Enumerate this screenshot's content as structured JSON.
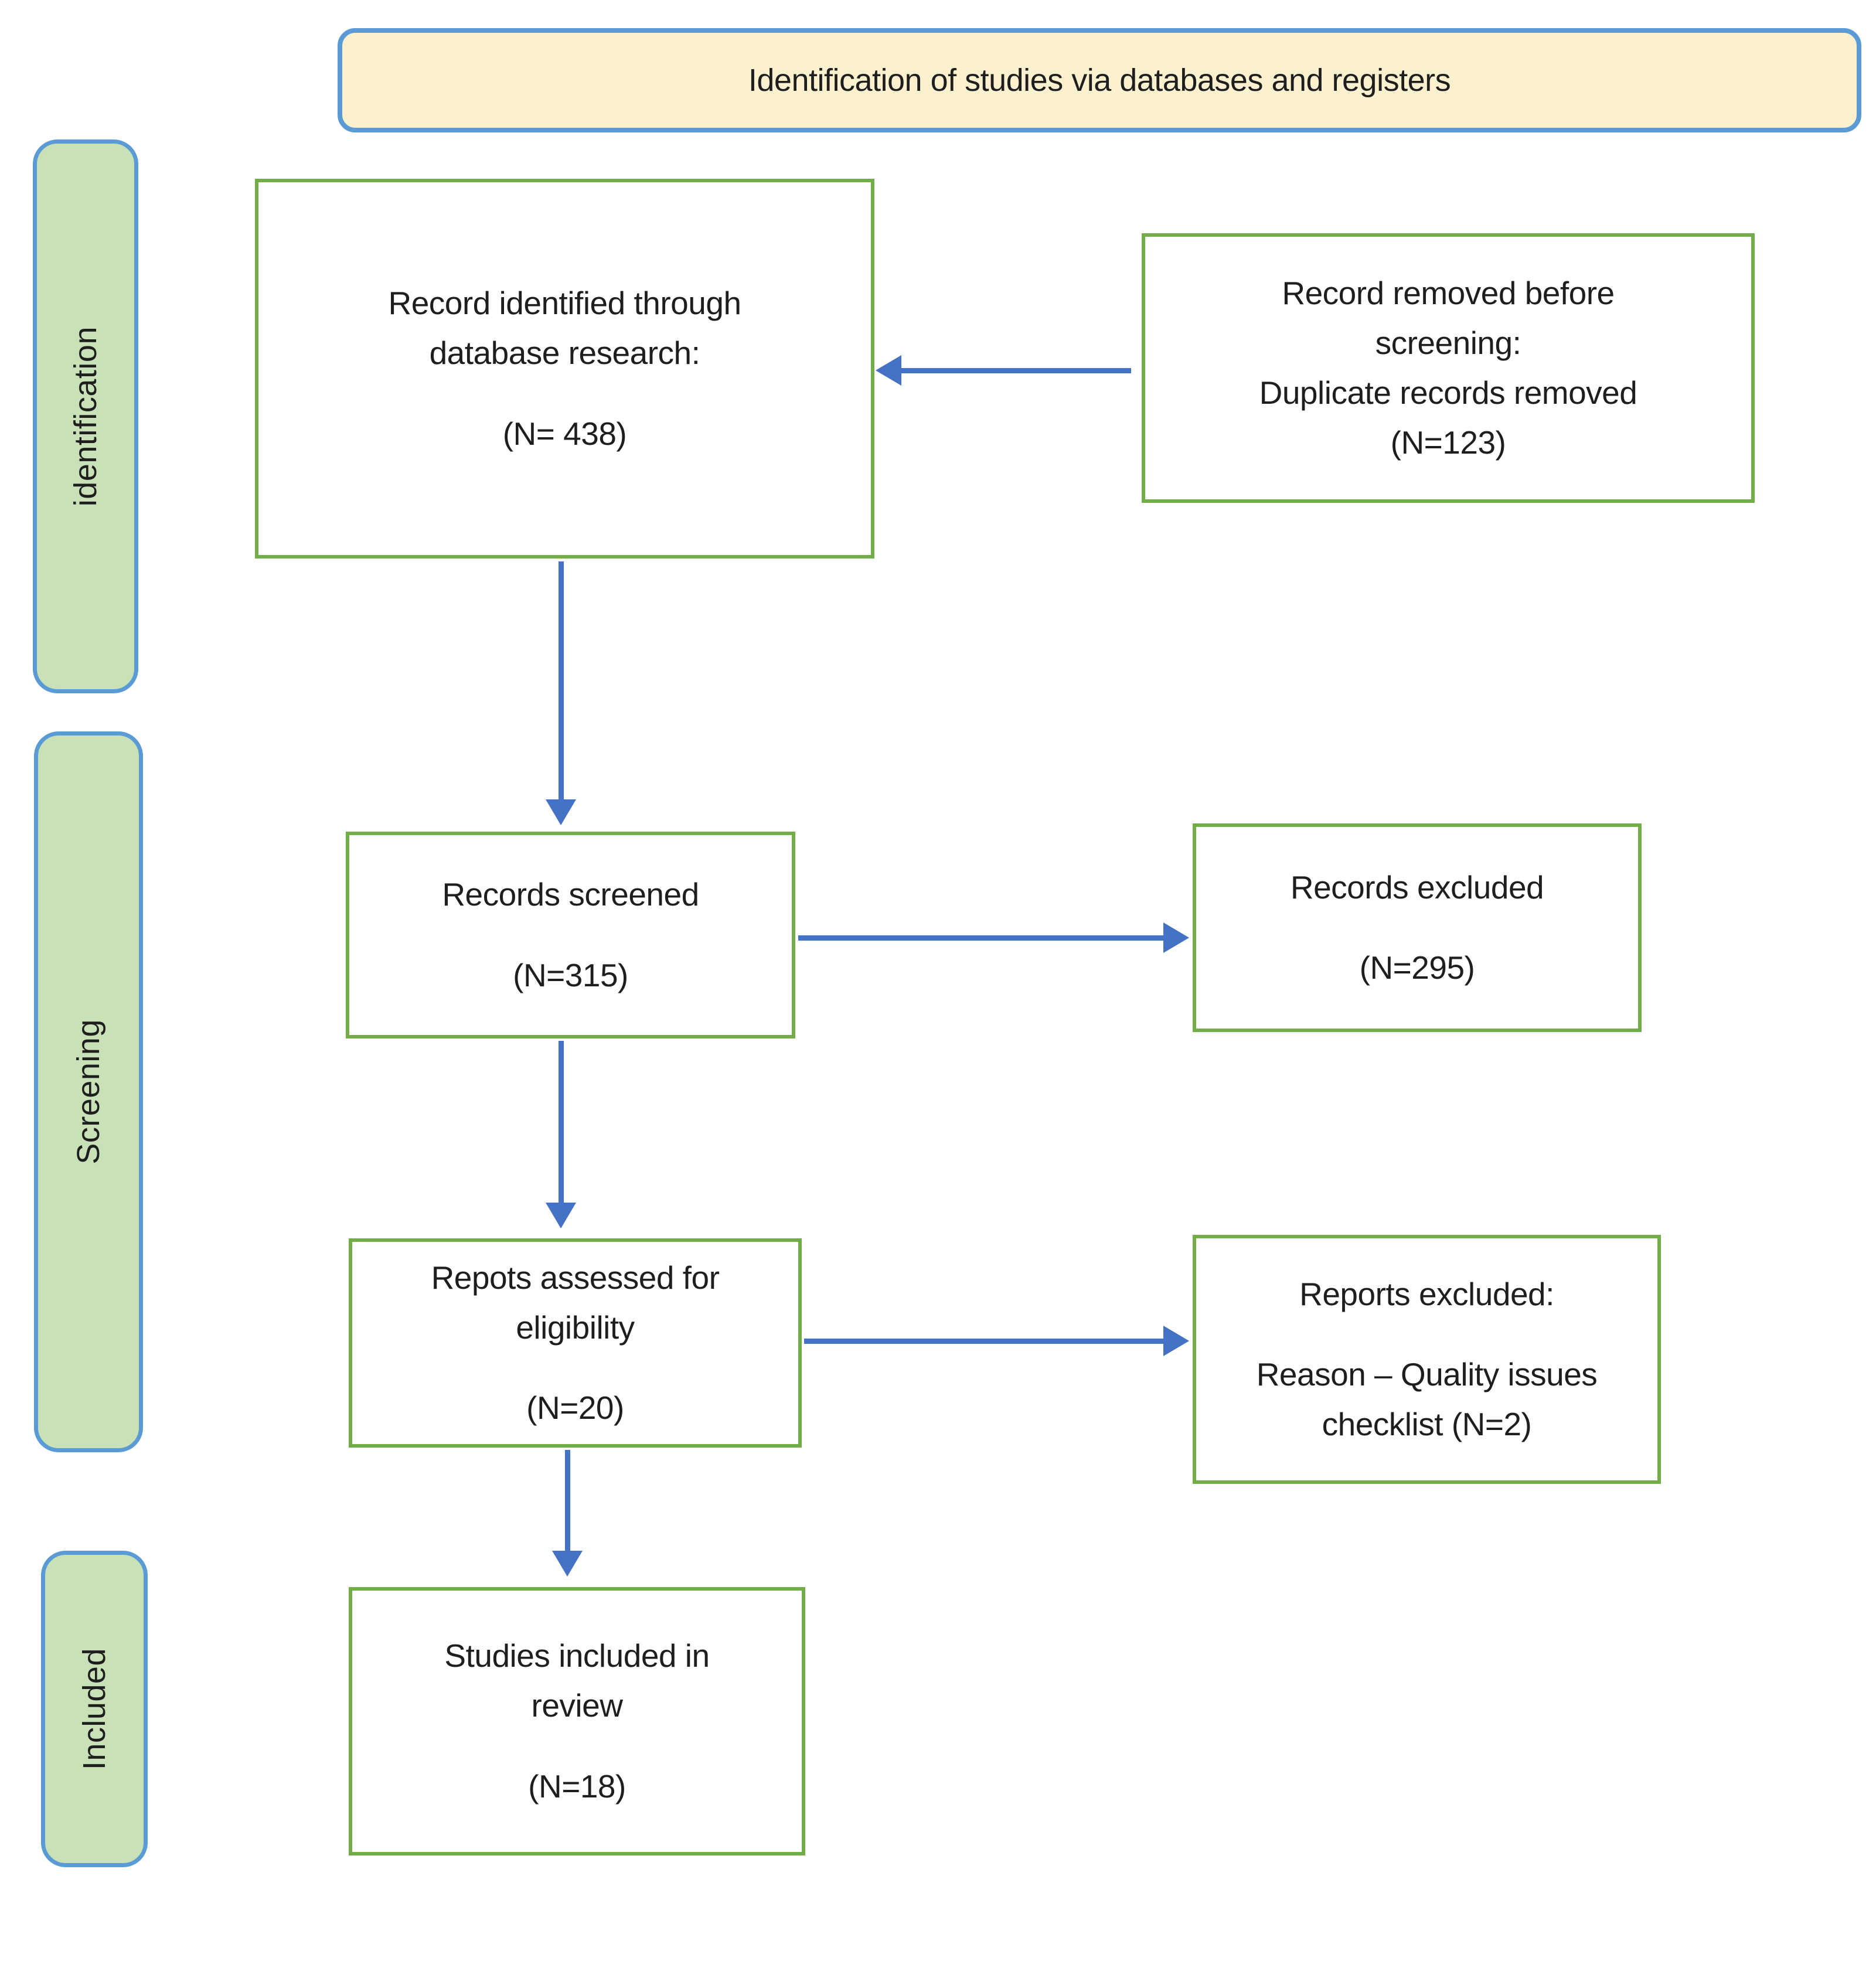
{
  "header": {
    "title": "Identification of studies via databases and registers"
  },
  "sidebar": {
    "stages": [
      {
        "label": "identification"
      },
      {
        "label": "Screening"
      },
      {
        "label": "Included"
      }
    ]
  },
  "boxes": {
    "identified": {
      "lines": [
        "Record identified through",
        "database research:",
        "",
        "(N= 438)"
      ]
    },
    "removed_before_screening": {
      "lines": [
        "Record removed before",
        "screening:",
        "Duplicate records removed",
        "(N=123)"
      ]
    },
    "screened": {
      "lines": [
        "Records screened",
        "",
        "(N=315)"
      ]
    },
    "records_excluded": {
      "lines": [
        "Records excluded",
        "",
        "(N=295)"
      ]
    },
    "assessed": {
      "lines": [
        "Repots assessed for",
        "eligibility",
        "",
        "(N=20)"
      ]
    },
    "reports_excluded": {
      "lines": [
        "Reports excluded:",
        "",
        "Reason – Quality issues",
        "checklist (N=2)"
      ]
    },
    "included": {
      "lines": [
        "Studies included in",
        "review",
        "",
        "(N=18)"
      ]
    }
  },
  "counts": {
    "identified": 438,
    "duplicates_removed": 123,
    "screened": 315,
    "records_excluded": 295,
    "assessed_for_eligibility": 20,
    "reports_excluded": 2,
    "included_in_review": 18
  },
  "colors": {
    "banner_fill": "#FCF1CF",
    "banner_border": "#5B9BD5",
    "stage_fill": "#C9E1B7",
    "stage_border": "#5B9BD5",
    "flowbox_border": "#70AD47",
    "arrow": "#4472C4",
    "text": "#1E1E1E"
  }
}
